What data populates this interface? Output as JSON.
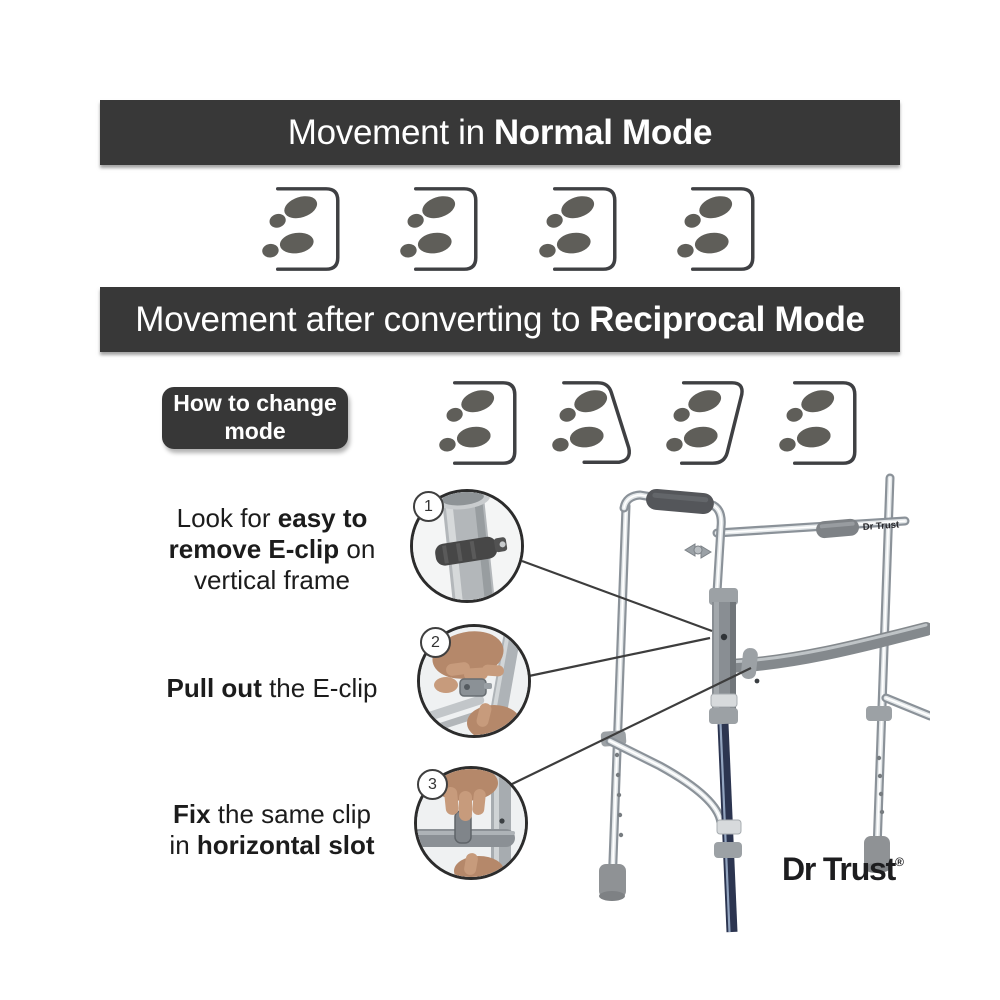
{
  "page": {
    "background": "#ffffff"
  },
  "colors": {
    "banner_bg": "#383838",
    "banner_text": "#ffffff",
    "footprint": "#5f5e59",
    "bracket": "#3f4043",
    "step_text": "#1c1c1c",
    "connector_line": "#3d3d3d",
    "logo_text": "#1d1d1f"
  },
  "banner_normal": {
    "regular": "Movement in ",
    "bold": "Normal Mode"
  },
  "banner_reciprocal": {
    "regular": "Movement after converting to ",
    "bold": "Reciprocal Mode"
  },
  "how_to_button": {
    "line1": "How to change",
    "line2": "mode"
  },
  "steps": {
    "step1": {
      "number": "1",
      "l1a": "Look for ",
      "l1b": "easy to",
      "l2a": "remove E-clip",
      "l2b": " on",
      "l3": "vertical frame"
    },
    "step2": {
      "number": "2",
      "l1a": "Pull out",
      "l1b": " the E-clip"
    },
    "step3": {
      "number": "3",
      "l1a": "Fix",
      "l1b": " the same clip",
      "l2a": "in ",
      "l2b": "horizontal slot"
    }
  },
  "walker": {
    "rail_brand": "Dr Trust"
  },
  "logo": {
    "name": "Dr Trust",
    "registered": "®"
  }
}
